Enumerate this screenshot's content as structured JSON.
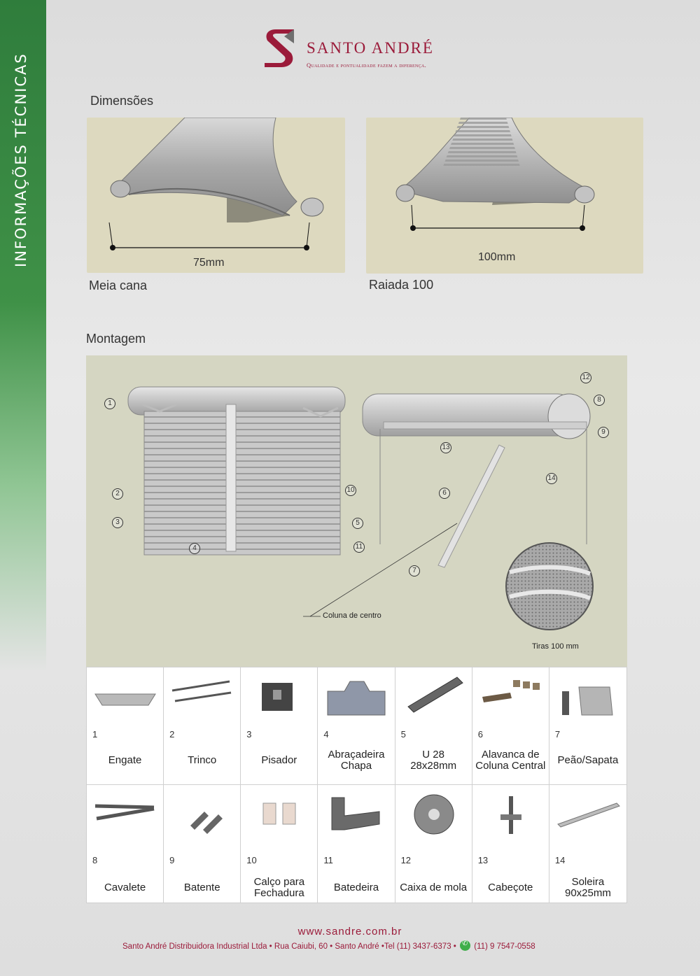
{
  "sidebar": {
    "title": "INFORMAÇÕES TÉCNICAS"
  },
  "brand": {
    "name": "SANTO ANDRÉ",
    "tagline": "Qualidade e pontualidade fazem a diferença.",
    "color": "#9b1b3a"
  },
  "dimensoes": {
    "title": "Dimensões",
    "items": [
      {
        "caption": "Meia cana",
        "measure": "75mm"
      },
      {
        "caption": "Raiada 100",
        "measure": "100mm"
      }
    ]
  },
  "montagem": {
    "title": "Montagem",
    "coluna_label": "Coluna de centro",
    "tiras_label": "Tiras 100 mm",
    "callouts": [
      "1",
      "2",
      "3",
      "4",
      "5",
      "6",
      "7",
      "8",
      "9",
      "10",
      "11",
      "12",
      "13",
      "14"
    ]
  },
  "parts": [
    {
      "num": "1",
      "name": "Engate"
    },
    {
      "num": "2",
      "name": "Trinco"
    },
    {
      "num": "3",
      "name": "Pisador"
    },
    {
      "num": "4",
      "name": "Abraçadeira\nChapa"
    },
    {
      "num": "5",
      "name": "U 28\n28x28mm"
    },
    {
      "num": "6",
      "name": "Alavanca de\nColuna Central"
    },
    {
      "num": "7",
      "name": "Peão/Sapata"
    },
    {
      "num": "8",
      "name": "Cavalete"
    },
    {
      "num": "9",
      "name": "Batente"
    },
    {
      "num": "10",
      "name": "Calço para\nFechadura"
    },
    {
      "num": "11",
      "name": "Batedeira"
    },
    {
      "num": "12",
      "name": "Caixa de mola"
    },
    {
      "num": "13",
      "name": "Cabeçote"
    },
    {
      "num": "14",
      "name": "Soleira\n90x25mm"
    }
  ],
  "footer": {
    "url": "www.sandre.com.br",
    "info": "Santo André Distribuidora Industrial Ltda • Rua Caiubi, 60 • Santo André •Tel (11) 3437-6373 •",
    "whatsapp": "(11) 9 7547-0558"
  },
  "colors": {
    "sidebar": "#3f9147",
    "panel": "#ddd9bf",
    "montagem_bg": "#d5d6c2"
  }
}
